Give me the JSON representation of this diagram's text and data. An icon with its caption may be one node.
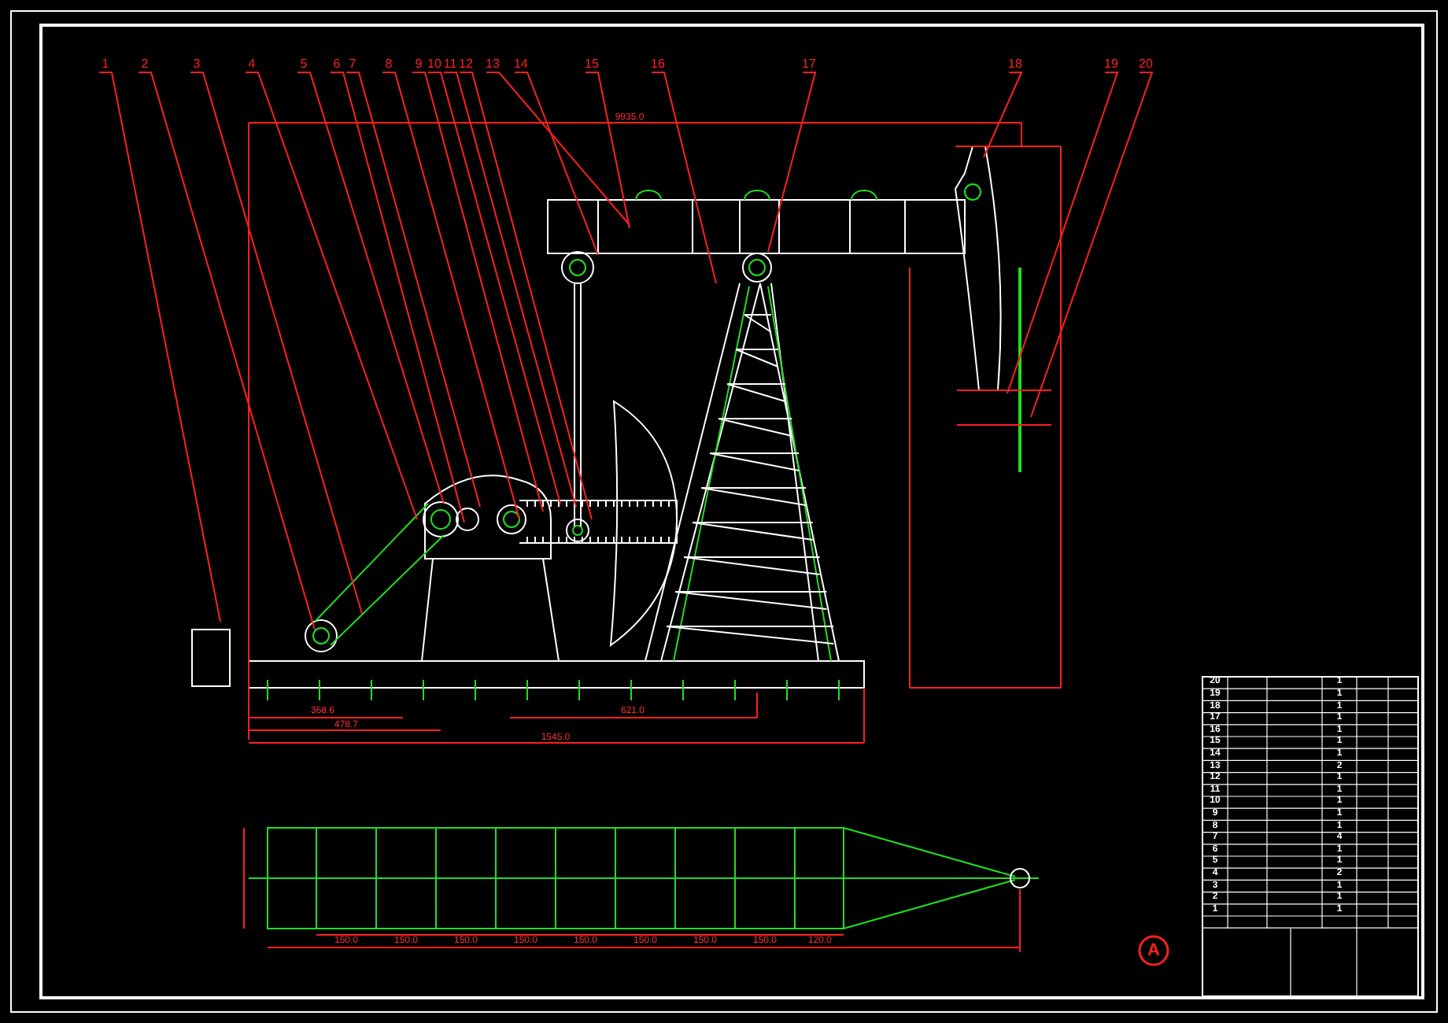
{
  "diagram": {
    "nodes": [
      {
        "text": [
          "1"
        ]
      },
      {
        "text": [
          "2"
        ]
      },
      {
        "text": [
          "3"
        ]
      },
      {
        "text": [
          "4"
        ]
      },
      {
        "text": [
          "5"
        ]
      },
      {
        "text": [
          "6"
        ]
      },
      {
        "text": [
          "7"
        ]
      },
      {
        "text": [
          "8"
        ]
      },
      {
        "text": [
          "9"
        ]
      },
      {
        "text": [
          "10"
        ]
      },
      {
        "text": [
          "11"
        ]
      },
      {
        "text": [
          "12"
        ]
      },
      {
        "text": [
          "13"
        ]
      },
      {
        "text": [
          "14"
        ]
      },
      {
        "text": [
          "15"
        ]
      },
      {
        "text": [
          "16"
        ]
      },
      {
        "text": [
          "17"
        ]
      },
      {
        "text": [
          "18"
        ]
      },
      {
        "text": [
          "19"
        ]
      },
      {
        "text": [
          "20"
        ]
      }
    ],
    "edges": [
      {
        "from": 0,
        "to": null,
        "arrow": "none"
      },
      {
        "from": 1,
        "to": null,
        "arrow": "none"
      },
      {
        "from": 2,
        "to": null,
        "arrow": "none"
      },
      {
        "from": 3,
        "to": null,
        "arrow": "none"
      },
      {
        "from": 4,
        "to": null,
        "arrow": "none"
      },
      {
        "from": 5,
        "to": null,
        "arrow": "none"
      },
      {
        "from": 6,
        "to": null,
        "arrow": "none"
      },
      {
        "from": 7,
        "to": null,
        "arrow": "none"
      },
      {
        "from": 8,
        "to": null,
        "arrow": "none"
      },
      {
        "from": 9,
        "to": null,
        "arrow": "none"
      },
      {
        "from": 10,
        "to": null,
        "arrow": "none"
      },
      {
        "from": 11,
        "to": null,
        "arrow": "none"
      },
      {
        "from": 12,
        "to": null,
        "arrow": "none"
      },
      {
        "from": 13,
        "to": null,
        "arrow": "none"
      },
      {
        "from": 14,
        "to": null,
        "arrow": "none"
      },
      {
        "from": 15,
        "to": null,
        "arrow": "none"
      },
      {
        "from": 16,
        "to": null,
        "arrow": "none"
      },
      {
        "from": 17,
        "to": null,
        "arrow": "none"
      },
      {
        "from": 18,
        "to": null,
        "arrow": "none"
      },
      {
        "from": 19,
        "to": null,
        "arrow": "none"
      }
    ],
    "labels": [
      "9935.0",
      "368.6",
      "478.7",
      "621.0",
      "1545.0",
      "150.0",
      "150.0",
      "150.0",
      "150.0",
      "150.0",
      "150.0",
      "150.0",
      "150.0",
      "120.0",
      "20",
      "1",
      "19",
      "1",
      "18",
      "1",
      "17",
      "1",
      "16",
      "1",
      "15",
      "1",
      "14",
      "1",
      "13",
      "2",
      "12",
      "1",
      "11",
      "1",
      "10",
      "1",
      "9",
      "1",
      "8",
      "1",
      "7",
      "4",
      "6",
      "1",
      "5",
      "1",
      "4",
      "2",
      "3",
      "1",
      "2",
      "1",
      "1",
      "1",
      "A"
    ]
  }
}
